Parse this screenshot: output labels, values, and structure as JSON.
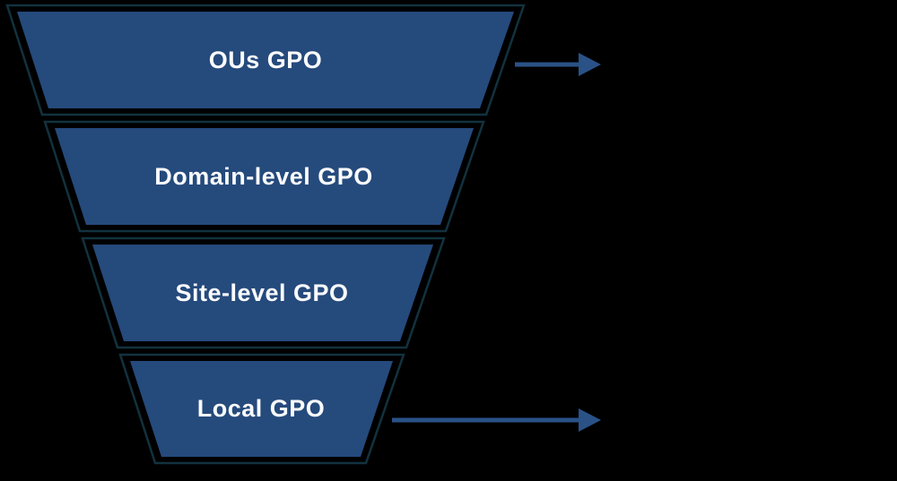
{
  "background_color": "#000000",
  "funnel": {
    "fill_color": "#254a7c",
    "outline_color": "#12323e",
    "label_color": "#fafbfc",
    "levels": [
      {
        "label": "OUs GPO"
      },
      {
        "label": "Domain-level GPO"
      },
      {
        "label": "Site-level GPO"
      },
      {
        "label": "Local GPO"
      }
    ]
  },
  "arrows": {
    "color": "#2a5287",
    "items": [
      {
        "name": "top-right-arrow",
        "glyph": "→",
        "direction": "right",
        "row_label": "OUs GPO"
      },
      {
        "name": "bottom-right-arrow",
        "glyph": "→",
        "direction": "right",
        "row_label": "Local GPO"
      }
    ]
  }
}
